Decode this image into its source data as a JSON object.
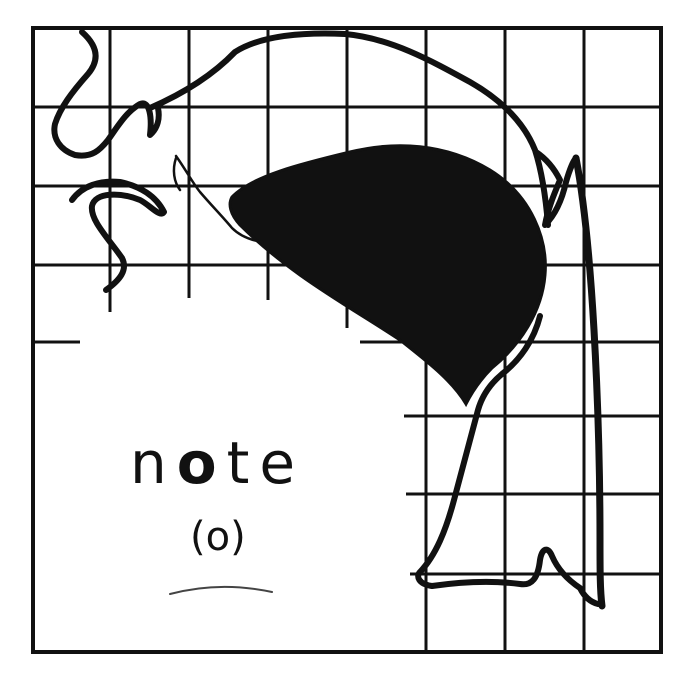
{
  "caption": {
    "word_prefix": "n",
    "word_vowel": "o",
    "word_suffix": "te",
    "symbol": "(o)"
  },
  "colors": {
    "ink": "#111111",
    "paper": "#ffffff",
    "grid_line": "#111111"
  }
}
